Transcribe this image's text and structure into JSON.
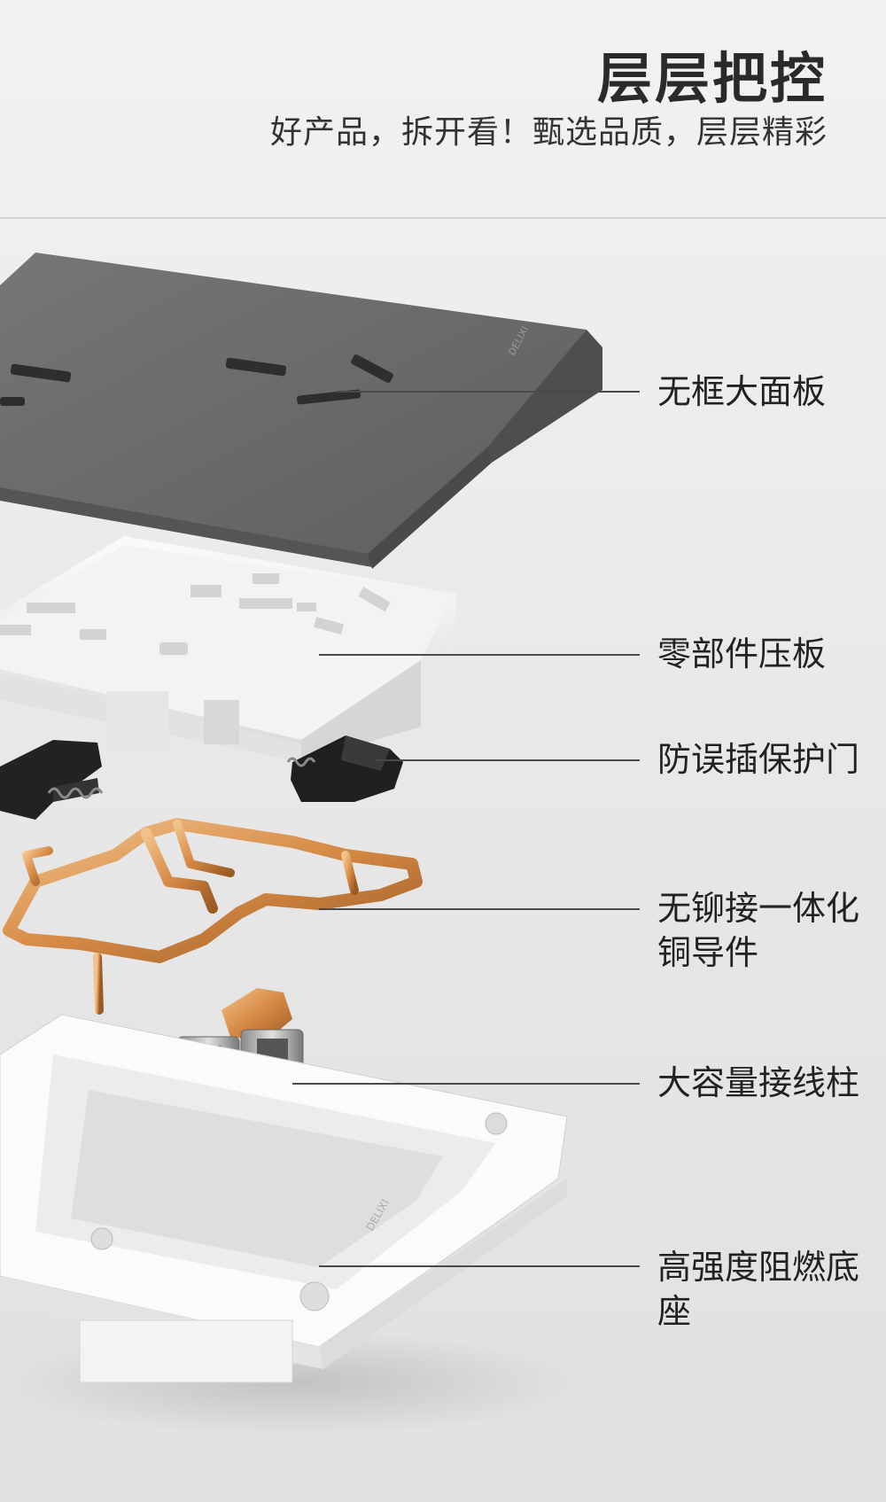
{
  "header": {
    "title": "层层把控",
    "subtitle": "好产品，拆开看！甄选品质，层层精彩"
  },
  "callouts": [
    {
      "line1": "无框大面板",
      "line2": ""
    },
    {
      "line1": "零部件压板",
      "line2": ""
    },
    {
      "line1": "防误插保护门",
      "line2": ""
    },
    {
      "line1": "无铆接一体化",
      "line2": "铜导件"
    },
    {
      "line1": "大容量接线柱",
      "line2": ""
    },
    {
      "line1": "高强度阻燃底",
      "line2": "座"
    }
  ],
  "colors": {
    "panel": "#6b6b6b",
    "plate": "#f4f4f4",
    "shutter": "#1f1f1f",
    "copper": "#d8924f",
    "base": "#f7f7f7"
  }
}
